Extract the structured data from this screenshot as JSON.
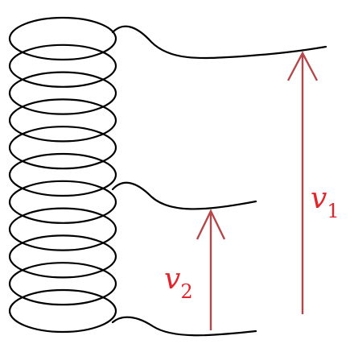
{
  "figure": {
    "coil": {
      "loop_count": 11
    },
    "labels": {
      "v1": {
        "symbol": "v",
        "subscript": "1"
      },
      "v2": {
        "symbol": "v",
        "subscript": "2"
      }
    },
    "colors": {
      "coil": "#000000",
      "arrow": "#b5474a",
      "label": "#e5232a"
    }
  }
}
